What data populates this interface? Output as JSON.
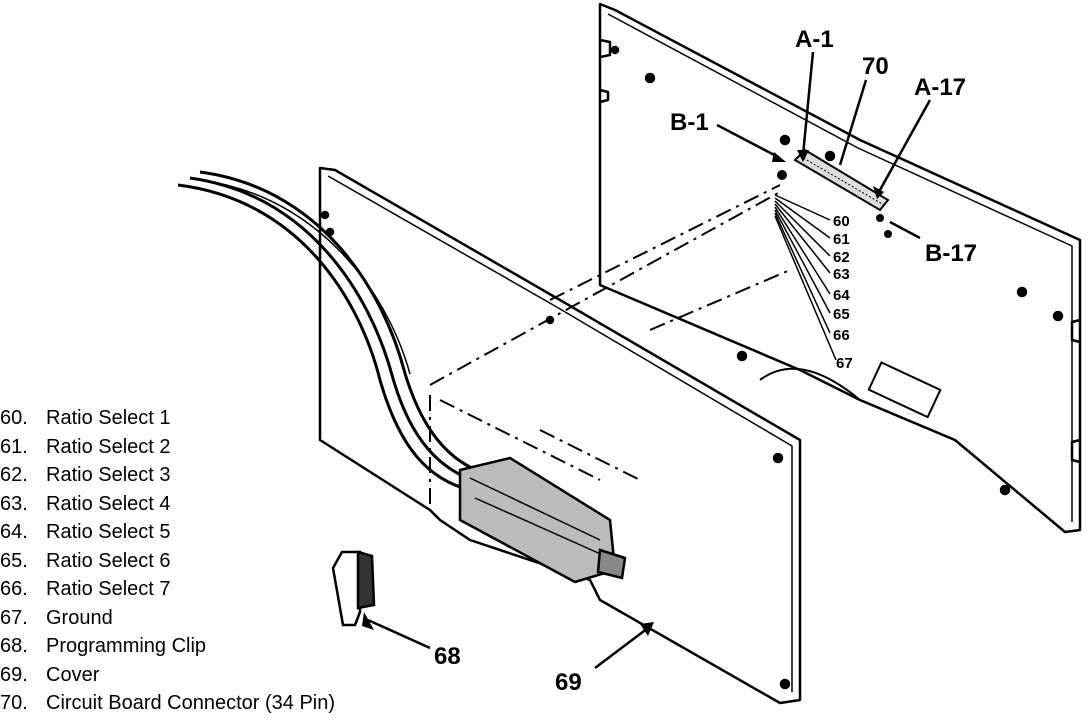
{
  "legend": [
    {
      "num": "60.",
      "text": "Ratio Select 1"
    },
    {
      "num": "61.",
      "text": "Ratio Select 2"
    },
    {
      "num": "62.",
      "text": "Ratio Select 3"
    },
    {
      "num": "63.",
      "text": "Ratio Select 4"
    },
    {
      "num": "64.",
      "text": "Ratio Select 5"
    },
    {
      "num": "65.",
      "text": "Ratio Select 6"
    },
    {
      "num": "66.",
      "text": "Ratio Select 7"
    },
    {
      "num": "67.",
      "text": "Ground"
    },
    {
      "num": "68.",
      "text": "Programming Clip"
    },
    {
      "num": "69.",
      "text": "Cover"
    },
    {
      "num": "70.",
      "text": "Circuit Board Connector (34 Pin)"
    }
  ],
  "callouts": {
    "a1": "A-1",
    "n70": "70",
    "a17": "A-17",
    "b1": "B-1",
    "b17": "B-17",
    "n68": "68",
    "n69": "69"
  },
  "pins": [
    "60",
    "61",
    "62",
    "63",
    "64",
    "65",
    "66",
    "67"
  ]
}
